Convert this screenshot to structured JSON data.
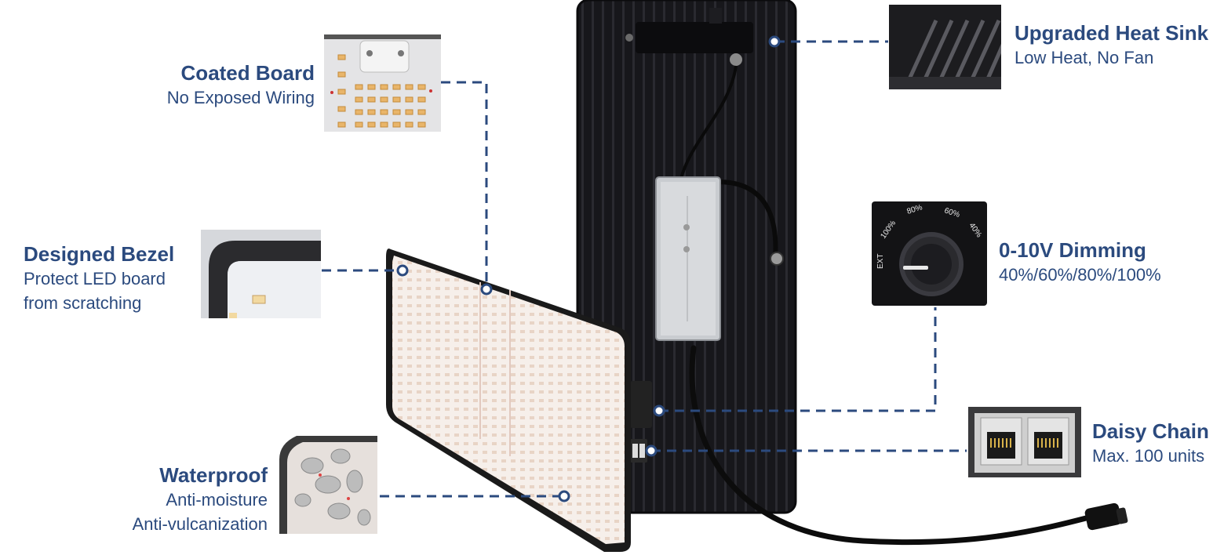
{
  "callouts": {
    "coated_board": {
      "title": "Coated Board",
      "lines": [
        "No Exposed Wiring"
      ]
    },
    "designed_bezel": {
      "title": "Designed Bezel",
      "lines": [
        "Protect LED board",
        "from scratching"
      ]
    },
    "waterproof": {
      "title": "Waterproof",
      "lines": [
        "Anti-moisture",
        "Anti-vulcanization"
      ]
    },
    "heat_sink": {
      "title": "Upgraded Heat Sink",
      "lines": [
        "Low Heat, No Fan"
      ]
    },
    "dimming": {
      "title": "0-10V Dimming",
      "lines": [
        "40%/60%/80%/100%"
      ]
    },
    "daisy_chain": {
      "title": "Daisy Chain",
      "lines": [
        "Max. 100 units"
      ]
    }
  },
  "dial": {
    "ticks": [
      "EXT",
      "100%",
      "80%",
      "60%",
      "40%"
    ]
  },
  "colors": {
    "accent": "#2b4a7e",
    "heatsink": "#141417",
    "panel": "#f4ece8"
  }
}
